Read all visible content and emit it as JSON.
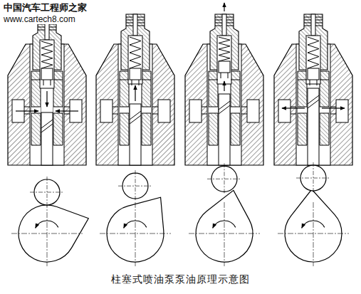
{
  "diagram": {
    "caption": "柱塞式喷油泵泵油原理示意图",
    "labels": [
      "中国汽车工程师之家",
      "www.cartech8.com"
    ]
  }
}
